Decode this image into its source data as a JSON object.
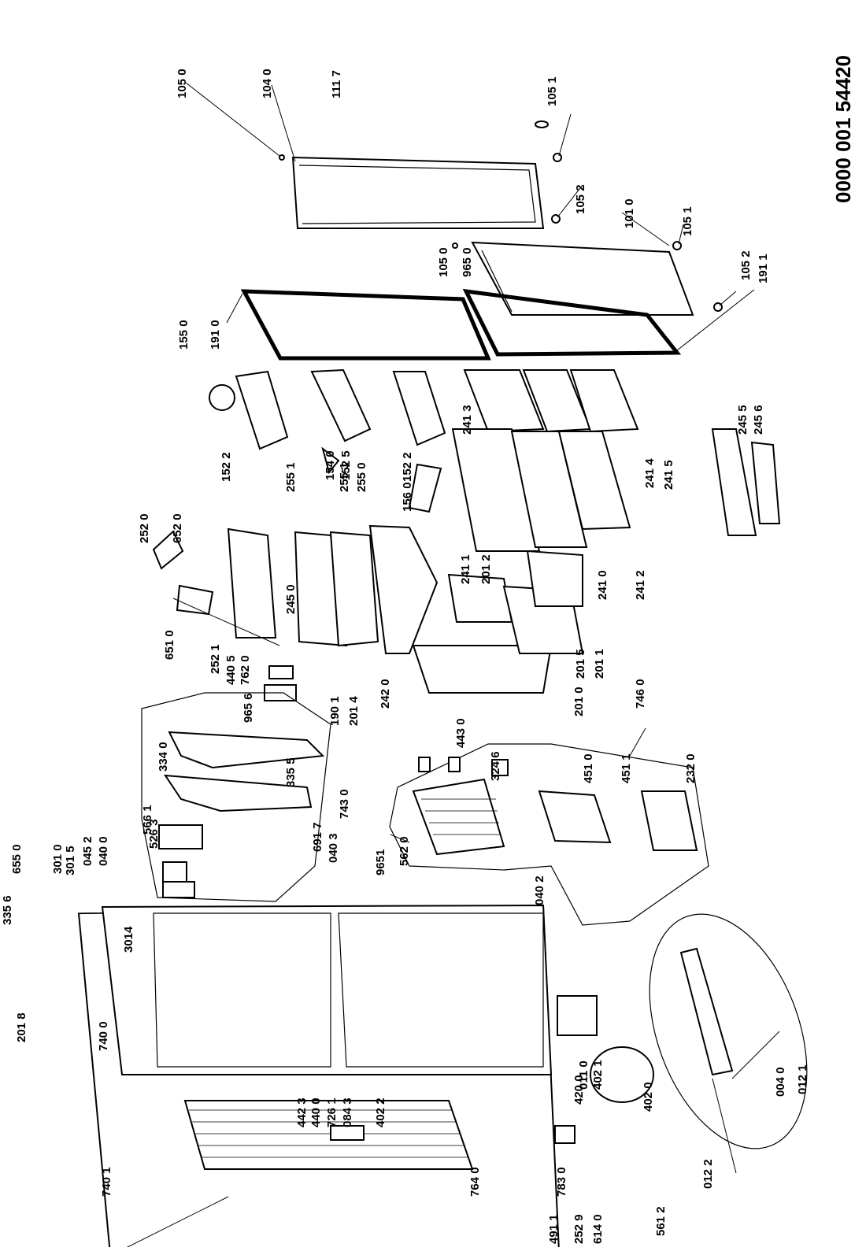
{
  "document_number": "0000 001 54420",
  "labels": [
    "105 0",
    "104 0",
    "111 7",
    "105 1",
    "105 2",
    "101 0",
    "105 1",
    "105 0",
    "965 0",
    "105 2",
    "191 1",
    "155 0",
    "191 0",
    "152 2",
    "154 0",
    "152 5",
    "255 1",
    "255 1",
    "255 0",
    "152 2",
    "156 0",
    "241 3",
    "241 4",
    "245 5",
    "241 5",
    "245 6",
    "252 0",
    "652 0",
    "651 0",
    "252 1",
    "245 0",
    "440 5",
    "762 0",
    "241 1",
    "201 2",
    "241 0",
    "241 2",
    "242 0",
    "201 5",
    "201 1",
    "201 0",
    "190 1",
    "201 4",
    "443 0",
    "746 0",
    "965 6",
    "334 0",
    "566 1",
    "335 5",
    "743 0",
    "526 3",
    "324 6",
    "451 0",
    "451 1",
    "232 0",
    "655 0",
    "301 0",
    "301 5",
    "045 2",
    "040 0",
    "691 7",
    "040 3",
    "9651",
    "562 0",
    "040 2",
    "335 6",
    "3014",
    "201 8",
    "740 0",
    "011 0",
    "402 1",
    "420 0",
    "402 0",
    "004 0",
    "012 1",
    "442 3",
    "440 0",
    "726 1",
    "084 3",
    "402 2",
    "783 0",
    "764 0",
    "740 1",
    "491 1",
    "252 9",
    "614 0",
    "561 2",
    "012 2"
  ]
}
